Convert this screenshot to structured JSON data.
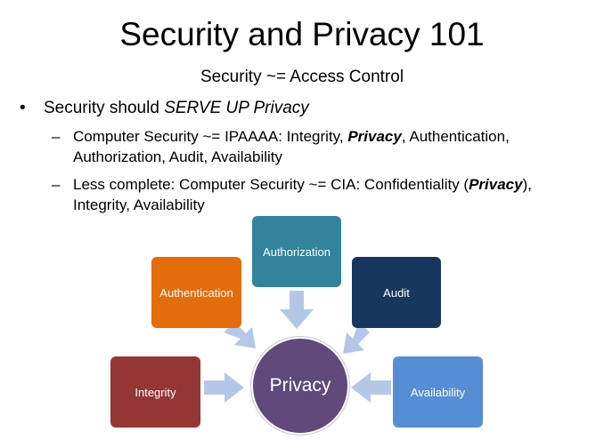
{
  "slide": {
    "title": "Security and Privacy 101",
    "subtitle": "Security ~= Access Control",
    "bullet": {
      "marker": "•",
      "text_prefix": "Security should ",
      "text_emph": "SERVE UP Privacy"
    },
    "subbullets": [
      {
        "marker": "–",
        "pre": "Computer Security ~= IPAAAA: Integrity, ",
        "emph": "Privacy",
        "post": ", Authentication, Authorization, Audit, Availability"
      },
      {
        "marker": "–",
        "pre": "Less complete: Computer Security ~= CIA: Confidentiality (",
        "emph": "Privacy",
        "post": "), Integrity, Availability"
      }
    ]
  },
  "diagram": {
    "center": "Privacy",
    "boxes": {
      "integrity": "Integrity",
      "authentication": "Authentication",
      "authorization": "Authorization",
      "audit": "Audit",
      "availability": "Availability"
    },
    "colors": {
      "integrity": "#943634",
      "authentication": "#e46c0a",
      "authorization": "#31849b",
      "audit": "#17375e",
      "availability": "#558ed5",
      "center": "#5f4a7b",
      "arrow": "#b4c7e7"
    }
  }
}
